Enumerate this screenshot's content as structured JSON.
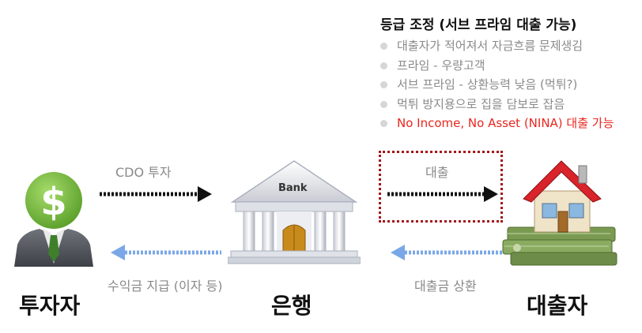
{
  "notes": {
    "title": "등급 조정 (서브 프라임 대출 가능)",
    "items": [
      {
        "text": "대출자가 적어져서 자금흐름 문제생김",
        "highlight": false
      },
      {
        "text": "프라임 - 우량고객",
        "highlight": false
      },
      {
        "text": "서브 프라임 - 상환능력 낮음 (먹튀?)",
        "highlight": false
      },
      {
        "text": "먹튀 방지용으로 집을 담보로 잡음",
        "highlight": false
      },
      {
        "text": "No Income, No Asset (NINA) 대출 가능",
        "highlight": true
      }
    ]
  },
  "nodes": {
    "investor": {
      "label": "투자자",
      "icon": "investor-icon"
    },
    "bank": {
      "label": "은행",
      "icon": "bank-icon",
      "sign": "Bank"
    },
    "borrower": {
      "label": "대출자",
      "icon": "house-on-money-icon"
    }
  },
  "edges": {
    "cdo_invest": {
      "label": "CDO 투자"
    },
    "loan": {
      "label": "대출"
    },
    "repayment": {
      "label": "대출금 상환"
    },
    "dividend": {
      "label": "수익금 지급 (이자 등)"
    }
  },
  "colors": {
    "highlight": "#e8261f",
    "forward_arrow": "#111111",
    "return_arrow": "#7aa7e8",
    "box_border": "#a3171a",
    "muted_text": "#8a8a8a"
  }
}
